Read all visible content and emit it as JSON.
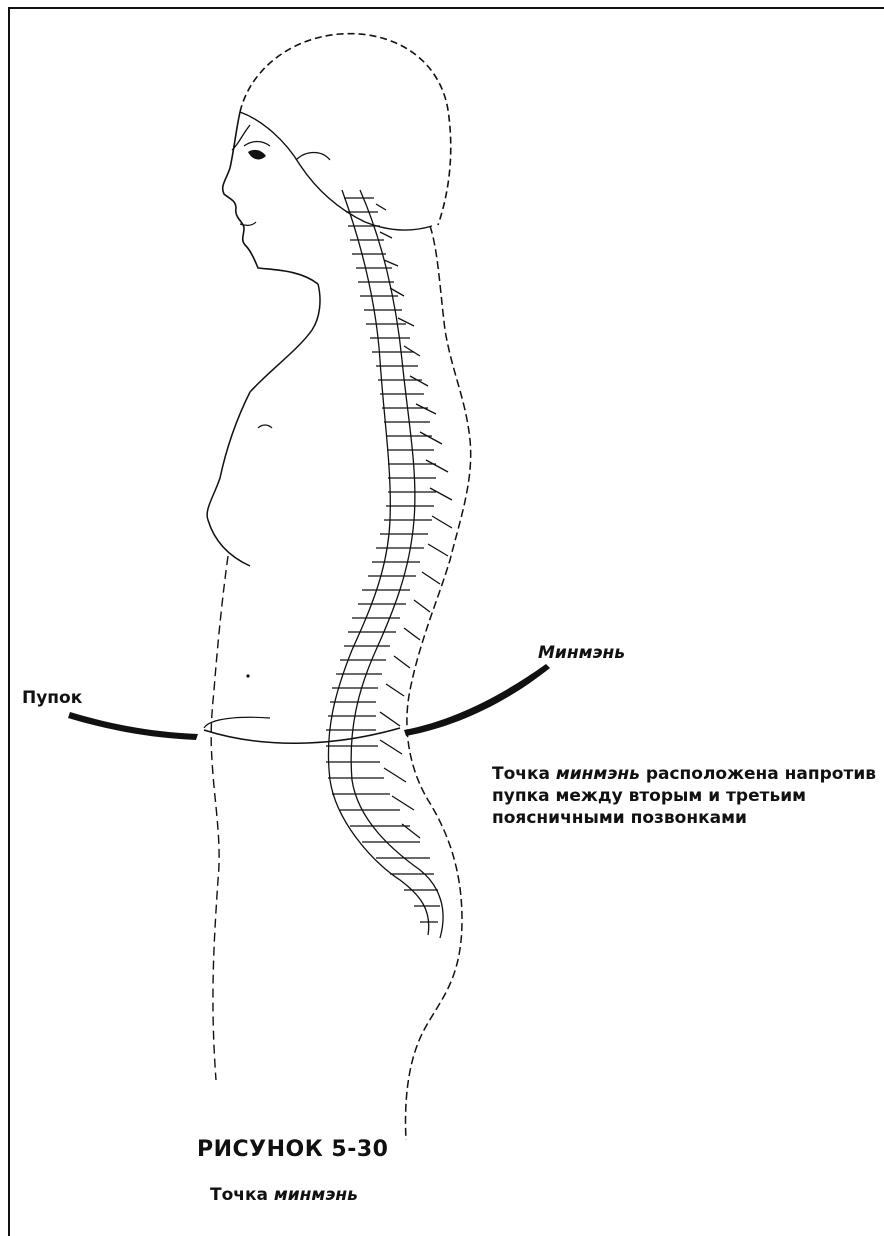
{
  "labels": {
    "navel": "Пупок",
    "mingmen": "Минмэнь"
  },
  "description": {
    "part1": "Точка ",
    "part_italic": "минмэнь",
    "part2": " расположена напротив пупка между вторым и третьим поясничными позвонками"
  },
  "figure": {
    "title": "РИСУНОК 5-30",
    "subtitle_prefix": "Точка ",
    "subtitle_italic": "минмэнь"
  }
}
